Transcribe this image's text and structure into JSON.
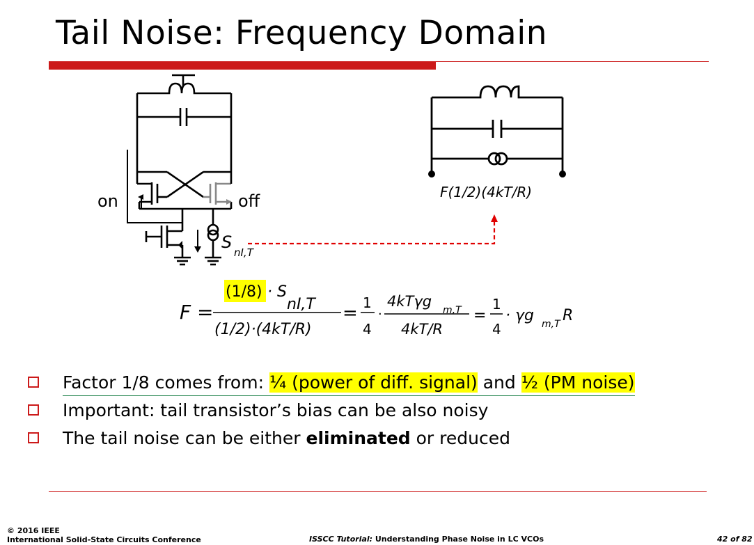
{
  "title": "Tail Noise: Frequency Domain",
  "colors": {
    "accent": "#cc1a1a",
    "highlight": "#ffff00",
    "dashed_arrow": "#e00000",
    "underline": "#2e8b57"
  },
  "circuit": {
    "label_on": "on",
    "label_off": "off",
    "noise_symbol": "S",
    "noise_subscript": "nI,T"
  },
  "tank": {
    "noise_label": "F(1/2)(4kT/R)"
  },
  "equation": {
    "lhs": "F =",
    "num_highlight": "(1/8)",
    "num_rest": "· S",
    "num_sub": "nI,T",
    "den1": "(1/2)·(4kT/R)",
    "eq1": "=",
    "frac2_num": "1",
    "frac2_den": "4",
    "dot": "·",
    "frac3_num": "4kTγg",
    "frac3_num_sub": "m,T",
    "frac3_den": "4kT/R",
    "eq2": "=",
    "frac4_num": "1",
    "frac4_den": "4",
    "tail": "· γg",
    "tail_sub": "m,T",
    "tail_r": "R"
  },
  "bullets": [
    {
      "pre": "Factor 1/8 comes from: ",
      "hl1": "¼ (power of diff. signal)",
      "mid": " and ",
      "hl2": "½ (PM noise)"
    },
    {
      "text": "Important: tail transistor’s bias can be also noisy"
    },
    {
      "pre": "The tail noise can be either ",
      "bold": "eliminated",
      "post": " or reduced"
    }
  ],
  "footer": {
    "copyright": "© 2016 IEEE",
    "conference": "International Solid-State Circuits Conference",
    "tutorial_italic": "ISSCC Tutorial:",
    "tutorial_rest": " Understanding Phase Noise in LC VCOs",
    "page": "42 of 82"
  }
}
